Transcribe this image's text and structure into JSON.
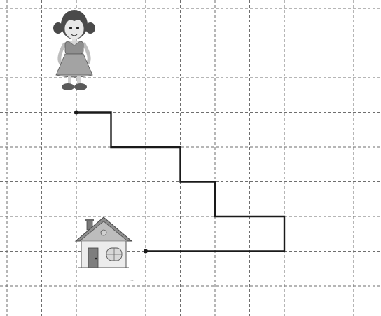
{
  "grid": {
    "columns": 11,
    "rows": 9,
    "line_color": "#6e6e6e",
    "line_style": "dashed"
  },
  "figures": {
    "girl": {
      "icon": "girl-figure-icon",
      "dress_color": "#9c9c9c",
      "hair_color": "#4a4a4a"
    },
    "house": {
      "icon": "house-icon",
      "wall_color": "#ececec",
      "roof_color": "#8d8d8d"
    }
  },
  "path": {
    "color": "#1a1a1a",
    "start_label": "girl",
    "end_label": "house",
    "steps": [
      {
        "dir": "right",
        "cells": 1
      },
      {
        "dir": "down",
        "cells": 1
      },
      {
        "dir": "right",
        "cells": 2
      },
      {
        "dir": "down",
        "cells": 1
      },
      {
        "dir": "right",
        "cells": 1
      },
      {
        "dir": "down",
        "cells": 1
      },
      {
        "dir": "right",
        "cells": 2
      },
      {
        "dir": "down",
        "cells": 1
      },
      {
        "dir": "left",
        "cells": 4
      }
    ]
  },
  "watermark_text": "~"
}
